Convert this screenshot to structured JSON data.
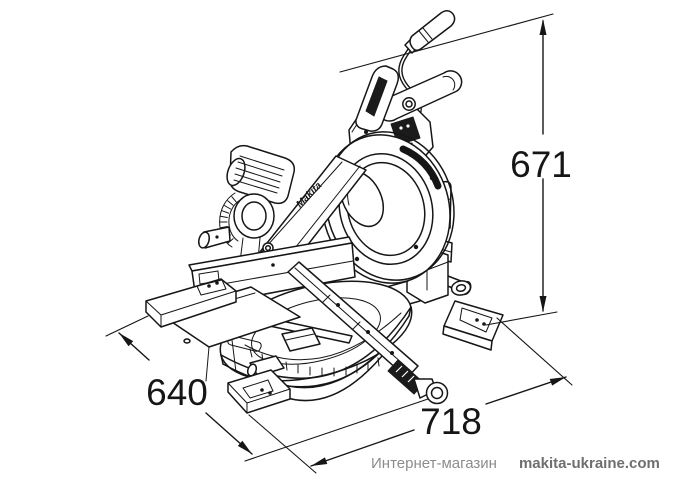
{
  "drawing": {
    "brand_label": "Makita",
    "line_color": "#161616",
    "dimensions": {
      "height": {
        "value": "671",
        "orientation": "vertical-right"
      },
      "depth": {
        "value": "640",
        "orientation": "diagonal-lower-left"
      },
      "width": {
        "value": "718",
        "orientation": "diagonal-lower-right"
      }
    }
  },
  "footer": {
    "prefix": "Интернет-магазин",
    "site": "makita-ukraine.com",
    "prefix_color": "#8c8c8c",
    "site_color": "#6f6f6f"
  }
}
